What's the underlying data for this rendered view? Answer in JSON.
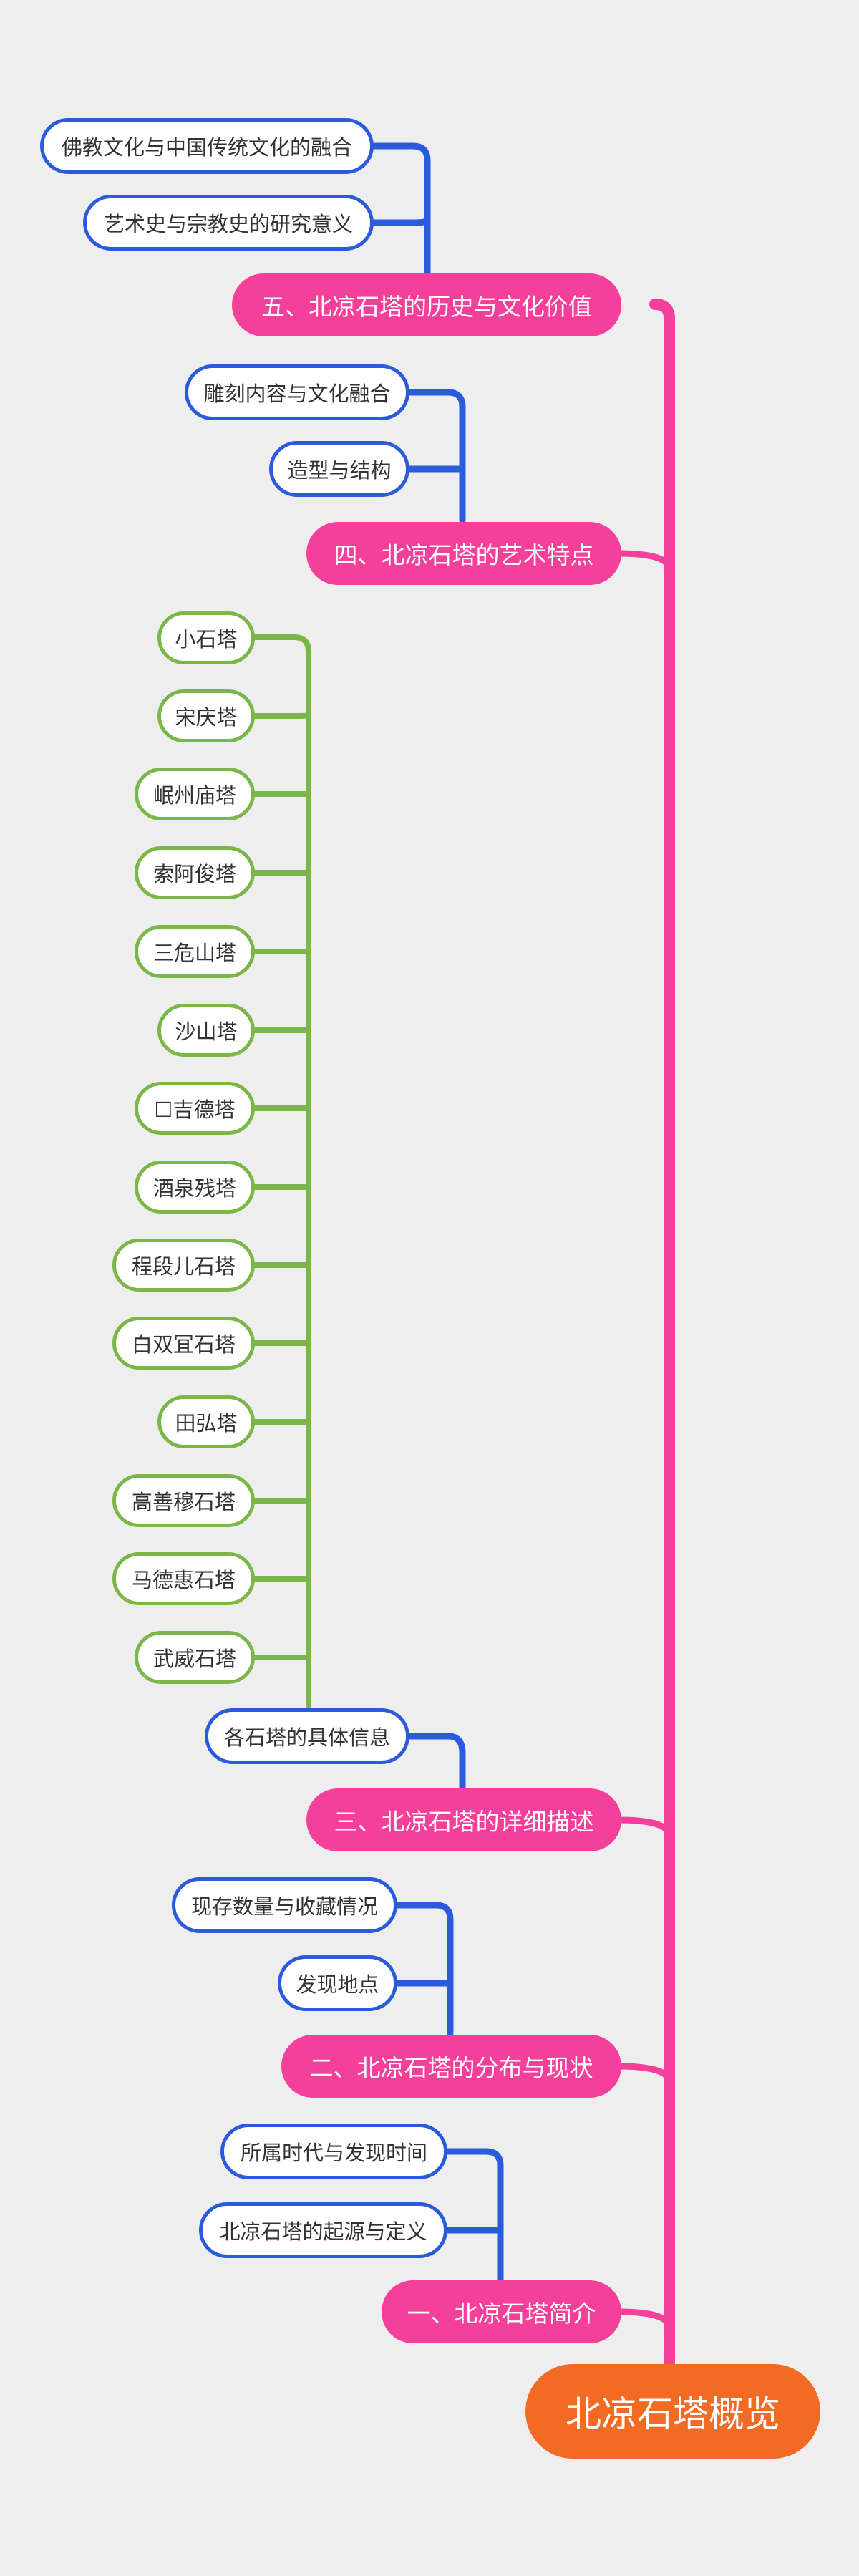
{
  "root": {
    "label": "北凉石塔概览"
  },
  "colors": {
    "background": "#eeeeee",
    "root": "#f26b25",
    "section": "#f4409a",
    "branch_blue": "#2a5bdc",
    "branch_green": "#7ab648"
  },
  "sections": [
    {
      "label": "五、北凉石塔的历史与文化价值",
      "children": [
        {
          "label": "佛教文化与中国传统文化的融合"
        },
        {
          "label": "艺术史与宗教史的研究意义"
        }
      ]
    },
    {
      "label": "四、北凉石塔的艺术特点",
      "children": [
        {
          "label": "雕刻内容与文化融合"
        },
        {
          "label": "造型与结构"
        }
      ]
    },
    {
      "label": "三、北凉石塔的详细描述",
      "children": [
        {
          "label": "各石塔的具体信息",
          "children": [
            {
              "label": "小石塔"
            },
            {
              "label": "宋庆塔"
            },
            {
              "label": "岷州庙塔"
            },
            {
              "label": "索阿俊塔"
            },
            {
              "label": "三危山塔"
            },
            {
              "label": "沙山塔"
            },
            {
              "label": "☐吉德塔"
            },
            {
              "label": "酒泉残塔"
            },
            {
              "label": "程段儿石塔"
            },
            {
              "label": "白双冝石塔"
            },
            {
              "label": "田弘塔"
            },
            {
              "label": "高善穆石塔"
            },
            {
              "label": "马德惠石塔"
            },
            {
              "label": "武威石塔"
            }
          ]
        }
      ]
    },
    {
      "label": "二、北凉石塔的分布与现状",
      "children": [
        {
          "label": "现存数量与收藏情况"
        },
        {
          "label": "发现地点"
        }
      ]
    },
    {
      "label": "一、北凉石塔简介",
      "children": [
        {
          "label": "所属时代与发现时间"
        },
        {
          "label": "北凉石塔的起源与定义"
        }
      ]
    }
  ]
}
